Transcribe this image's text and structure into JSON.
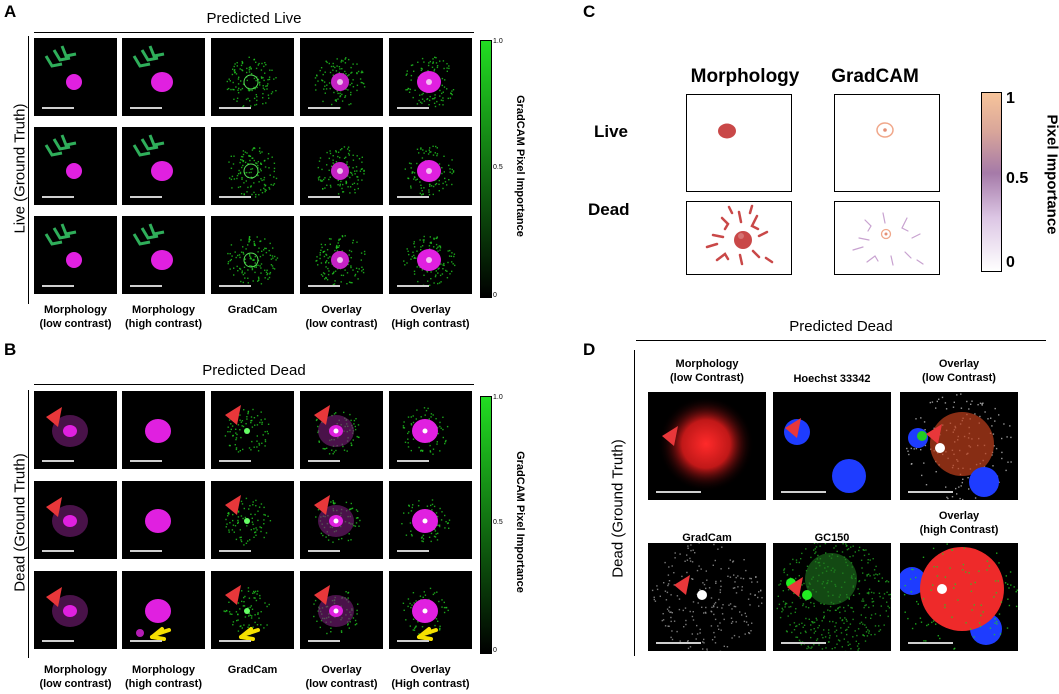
{
  "panel_a": {
    "letter": "A",
    "title": "Predicted Live",
    "row_label": "Live (Ground Truth)",
    "captions": [
      "Morphology\n(low contrast)",
      "Morphology\n(high contrast)",
      "GradCam",
      "Overlay\n(low contrast)",
      "Overlay\n(High contrast)"
    ],
    "colorbar": {
      "title": "GradCAM Pixel Importance",
      "max": "1.0",
      "mid": "0.5",
      "min": "0"
    }
  },
  "panel_b": {
    "letter": "B",
    "title": "Predicted Dead",
    "row_label": "Dead (Ground Truth)",
    "captions": [
      "Morphology\n(low contrast)",
      "Morphology\n(high contrast)",
      "GradCam",
      "Overlay\n(low contrast)",
      "Overlay\n(High contrast)"
    ],
    "colorbar": {
      "title": "GradCAM Pixel Importance",
      "max": "1.0",
      "mid": "0.5",
      "min": "0"
    }
  },
  "panel_c": {
    "letter": "C",
    "col_headers": [
      "Morphology",
      "GradCAM"
    ],
    "row_labels": [
      "Live",
      "Dead"
    ],
    "colorbar": {
      "title": "Pixel Importance",
      "max": "1",
      "mid": "0.5",
      "min": "0"
    }
  },
  "panel_d": {
    "letter": "D",
    "title": "Predicted Dead",
    "row_label": "Dead (Ground Truth)",
    "captions_top": [
      "Morphology\n(low Contrast)",
      "Hoechst 33342",
      "Overlay\n(low Contrast)"
    ],
    "captions_bottom": [
      "GradCam",
      "GC150",
      "Overlay\n(high Contrast)"
    ]
  },
  "colors": {
    "magenta": "#e020e0",
    "green": "#22cc22",
    "arrow_red": "#e8373a",
    "arrow_yellow": "#f5e000",
    "cell_red": "#c94848",
    "colorbar_green": "#22dd22",
    "colorbar_peach": "#f7c49a"
  }
}
